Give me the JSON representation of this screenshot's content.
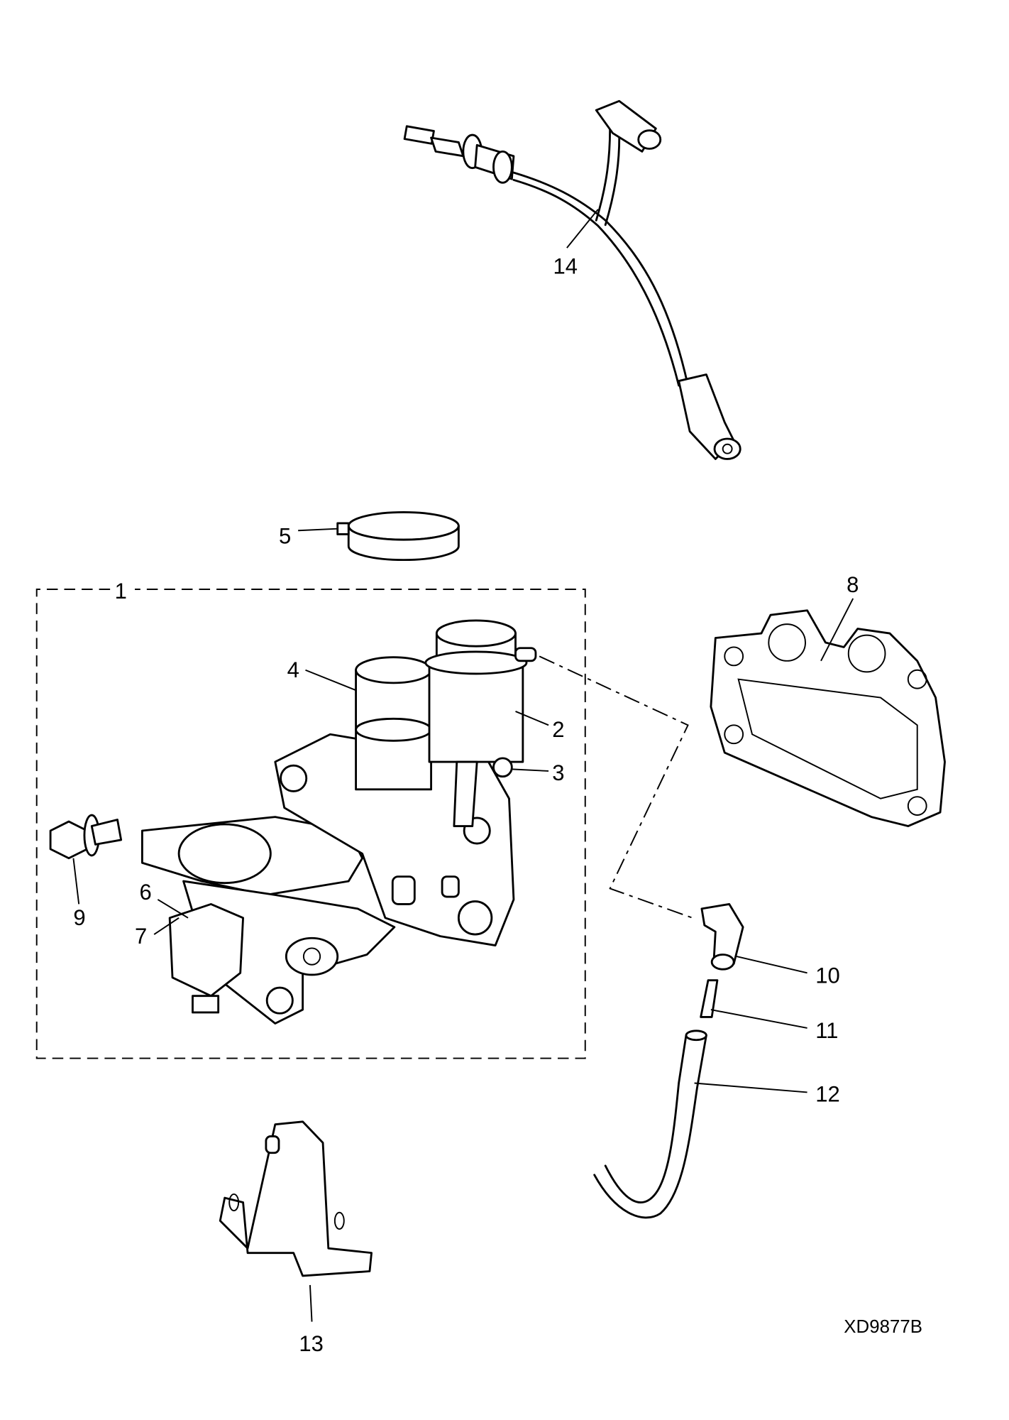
{
  "diagram": {
    "reference_code": "XD9877B",
    "callouts": [
      {
        "number": "1",
        "part": "throttle-body-assembly"
      },
      {
        "number": "2",
        "part": "idle-air-control-valve"
      },
      {
        "number": "3",
        "part": "nut"
      },
      {
        "number": "4",
        "part": "air-inlet-tube"
      },
      {
        "number": "5",
        "part": "hose-clamp"
      },
      {
        "number": "6",
        "part": "throttle-position-sensor"
      },
      {
        "number": "7",
        "part": "screw"
      },
      {
        "number": "8",
        "part": "gasket"
      },
      {
        "number": "9",
        "part": "bolt"
      },
      {
        "number": "10",
        "part": "elbow"
      },
      {
        "number": "11",
        "part": "connector"
      },
      {
        "number": "12",
        "part": "hose"
      },
      {
        "number": "13",
        "part": "bracket"
      },
      {
        "number": "14",
        "part": "wiring-harness"
      }
    ]
  }
}
